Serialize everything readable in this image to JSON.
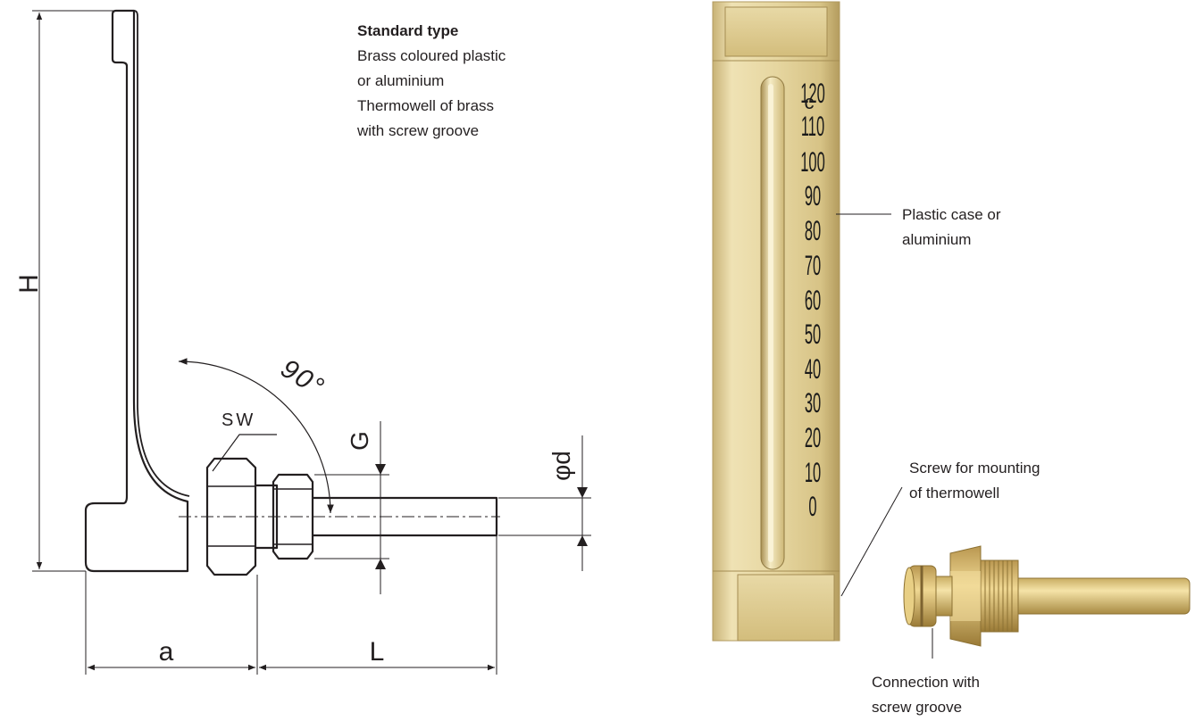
{
  "drawing": {
    "dim_H": "H",
    "dim_a": "a",
    "dim_L": "L",
    "dim_G": "G",
    "dim_d": "φd",
    "label_SW": "SW",
    "angle": "90°"
  },
  "description": {
    "title": "Standard type",
    "lines": [
      "Brass coloured plastic",
      "or aluminium",
      "Thermowell of brass",
      "with screw groove"
    ]
  },
  "callouts": {
    "case_line1": "Plastic case or",
    "case_line2": "aluminium",
    "screw_line1": "Screw for mounting",
    "screw_line2": "of thermowell",
    "groove_line1": "Connection with",
    "groove_line2": "screw groove"
  },
  "scale": {
    "unit": "c",
    "ticks": [
      "120",
      "110",
      "100",
      "90",
      "80",
      "70",
      "60",
      "50",
      "40",
      "30",
      "20",
      "10",
      "0"
    ]
  },
  "colors": {
    "line": "#231f20",
    "brass_light": "#f3e7b8",
    "brass_mid": "#d9c47f",
    "brass_dark": "#9c8445"
  }
}
